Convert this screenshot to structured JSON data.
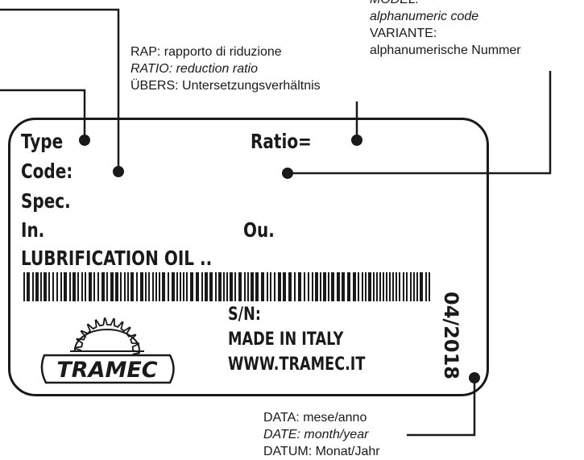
{
  "annotations": {
    "model": {
      "line1": "MODEL:",
      "line2": "alphanumeric code",
      "line3": "VARIANTE:",
      "line4": "alphanumerische Nummer"
    },
    "ratio": {
      "line1": "RAP: rapporto di riduzione",
      "line2": "RATIO: reduction ratio",
      "line3": "ÜBERS: Untersetzungsverhältnis"
    },
    "date": {
      "line1": "DATA: mese/anno",
      "line2": "DATE: month/year",
      "line3": "DATUM: Monat/Jahr"
    }
  },
  "plate": {
    "type_label": "Type",
    "code_label": "Code:",
    "spec_label": "Spec.",
    "in_label": "In.",
    "ratio_label": "Ratio=",
    "out_label": "Ou.",
    "lubrication_label": "LUBRIFICATION OIL ..",
    "sn_label": "S/N:",
    "made_in": "MADE IN ITALY",
    "website": "WWW.TRAMEC.IT",
    "date_value": "04/2018",
    "brand_logo_text": "TRAMEC"
  },
  "colors": {
    "ink": "#1a1a1a",
    "background": "#ffffff"
  }
}
